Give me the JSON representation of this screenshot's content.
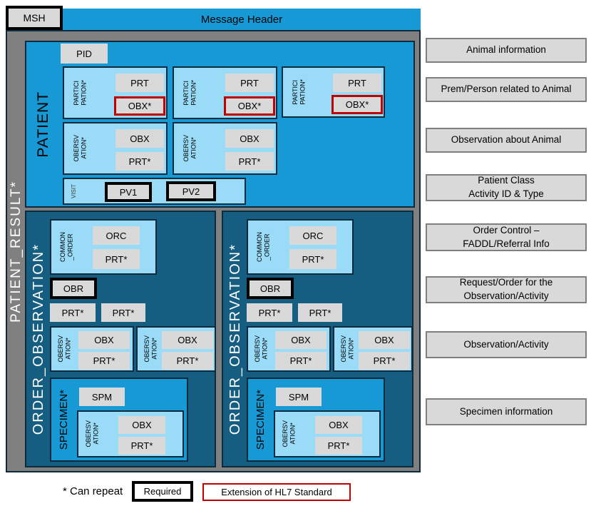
{
  "header": {
    "msh": "MSH",
    "title": "Message Header"
  },
  "patient_result_label": "PATIENT_RESULT*",
  "patient": {
    "label": "PATIENT",
    "pid": "PID",
    "participations": [
      {
        "group": "PARTICI\nPATION*",
        "prt": "PRT",
        "obx": "OBX*"
      },
      {
        "group": "PARTICI\nPATION*",
        "prt": "PRT",
        "obx": "OBX*"
      },
      {
        "group": "PARTICI\nPATION*",
        "prt": "PRT",
        "obx": "OBX*"
      }
    ],
    "observations": [
      {
        "group": "OBERSV\nATION*",
        "obx": "OBX",
        "prt": "PRT*"
      },
      {
        "group": "OBERSV\nATION*",
        "obx": "OBX",
        "prt": "PRT*"
      }
    ],
    "visit": {
      "group": "VISIT",
      "pv1": "PV1",
      "pv2": "PV2"
    }
  },
  "orders": [
    {
      "label": "ORDER_OBSERVATION*",
      "common_order": {
        "group": "COMMON\n_ORDER",
        "orc": "ORC",
        "prt": "PRT*"
      },
      "obr": "OBR",
      "prt1": "PRT*",
      "prt2": "PRT*",
      "observations": [
        {
          "group": "OBERSV\nATION*",
          "obx": "OBX",
          "prt": "PRT*"
        },
        {
          "group": "OBERSV\nATION*",
          "obx": "OBX",
          "prt": "PRT*"
        }
      ],
      "specimen": {
        "label": "SPECIMEN*",
        "spm": "SPM",
        "observation": {
          "group": "OBERSV\nATION*",
          "obx": "OBX",
          "prt": "PRT*"
        }
      }
    },
    {
      "label": "ORDER_OBSERVATION*",
      "common_order": {
        "group": "COMMON\n_ORDER",
        "orc": "ORC",
        "prt": "PRT*"
      },
      "obr": "OBR",
      "prt1": "PRT*",
      "prt2": "PRT*",
      "observations": [
        {
          "group": "OBERSV\nATION*",
          "obx": "OBX",
          "prt": "PRT*"
        },
        {
          "group": "OBERSV\nATION*",
          "obx": "OBX",
          "prt": "PRT*"
        }
      ],
      "specimen": {
        "label": "SPECIMEN*",
        "spm": "SPM",
        "observation": {
          "group": "OBERSV\nATION*",
          "obx": "OBX",
          "prt": "PRT*"
        }
      }
    }
  ],
  "annotations": [
    "Animal information",
    "Prem/Person related to Animal",
    "Observation about Animal",
    "Patient Class\nActivity ID & Type",
    "Order Control –\nFADDL/Referral Info",
    "Request/Order for the\nObservation/Activity",
    "Observation/Activity",
    "Specimen information"
  ],
  "legend": {
    "can_repeat": "* Can repeat",
    "required": "Required",
    "extension": "Extension of HL7 Standard"
  },
  "colors": {
    "bright_blue": "#1699D4",
    "light_blue": "#9ADCF8",
    "dark_blue": "#155E81",
    "dark_border": "#0E2A3D",
    "container_gray": "#808080",
    "segment_gray": "#D9D9D9",
    "annotation_border": "#7F7F7F",
    "extension_red": "#C00000",
    "required_black": "#000000"
  }
}
